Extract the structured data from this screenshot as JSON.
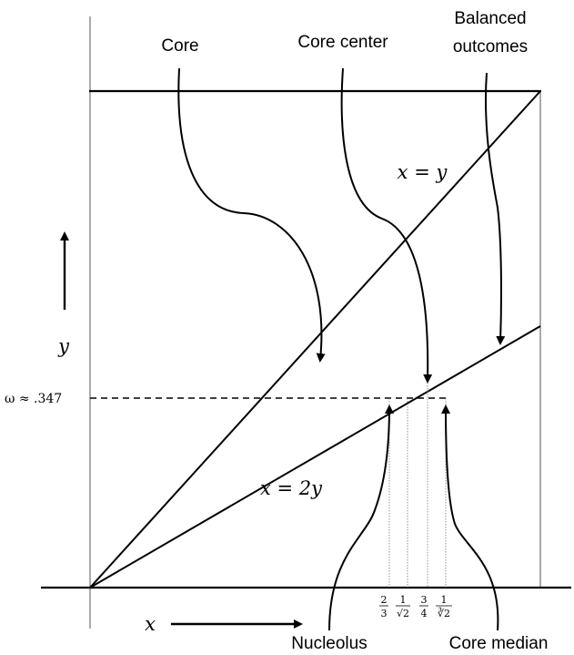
{
  "labels": {
    "core": "Core",
    "core_center": "Core center",
    "balanced_line1": "Balanced",
    "balanced_line2": "outcomes",
    "nucleolus": "Nucleolus",
    "core_median": "Core median"
  },
  "lines": {
    "diagonal": "x = y",
    "half": "x = 2y"
  },
  "axes": {
    "x": "x",
    "y": "y"
  },
  "omega": "ω ≈ .347",
  "ticks": [
    {
      "num": "2",
      "den": "3"
    },
    {
      "num": "1",
      "den": "√2"
    },
    {
      "num": "3",
      "den": "4"
    },
    {
      "num": "1",
      "den": "∛2"
    }
  ]
}
